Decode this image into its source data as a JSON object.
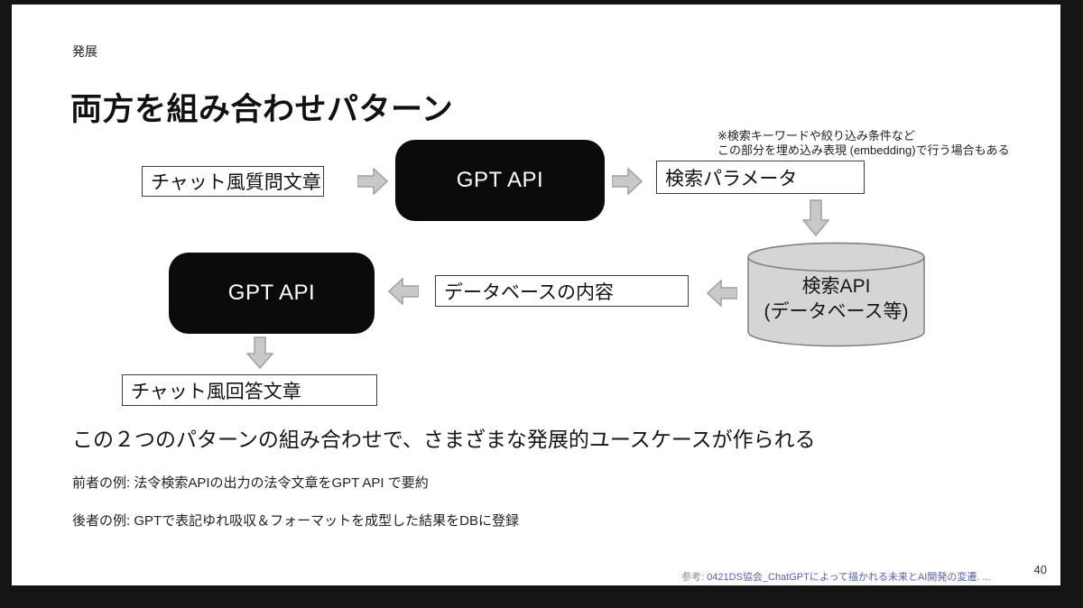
{
  "theme": {
    "frame_bg": "#141414",
    "slide_bg": "#ffffff",
    "text_color": "#1f1f1f",
    "muted_color": "#8b8b8b",
    "link_color": "#5861a8",
    "arrow_fill": "#c9c9c9",
    "arrow_stroke": "#9f9f9f",
    "box_border": "#3f3f3f",
    "black_box": "#0b0b0b",
    "black_box_text": "#ffffff",
    "cylinder_fill": "#d5d5d5",
    "cylinder_stroke": "#7f7f7f"
  },
  "slide": {
    "eyebrow": "発展",
    "title": "両方を組み合わせパターン",
    "note_line1": "※検索キーワードや絞り込み条件など",
    "note_line2": "この部分を埋め込み表現 (embedding)で行う場合もある",
    "conclusion": "この２つのパターンの組み合わせで、さまざまな発展的ユースケースが作られる",
    "example_former": "前者の例: 法令検索APIの出力の法令文章をGPT API で要約",
    "example_latter": "後者の例: GPTで表記ゆれ吸収＆フォーマットを成型した結果をDBに登録",
    "footer": {
      "ref_label": "参考:",
      "ref_link_text": "0421DS協会_ChatGPTによって描かれる未来とAI開発の変遷. ...",
      "page_number": "40"
    }
  },
  "diagram": {
    "nodes": {
      "chat_question": "チャット風質問文章",
      "gpt_api_1": "GPT API",
      "search_params": "検索パラメータ",
      "search_api_line1": "検索API",
      "search_api_line2": "(データベース等)",
      "db_content": "データベースの内容",
      "gpt_api_2": "GPT API",
      "chat_answer": "チャット風回答文章"
    }
  }
}
